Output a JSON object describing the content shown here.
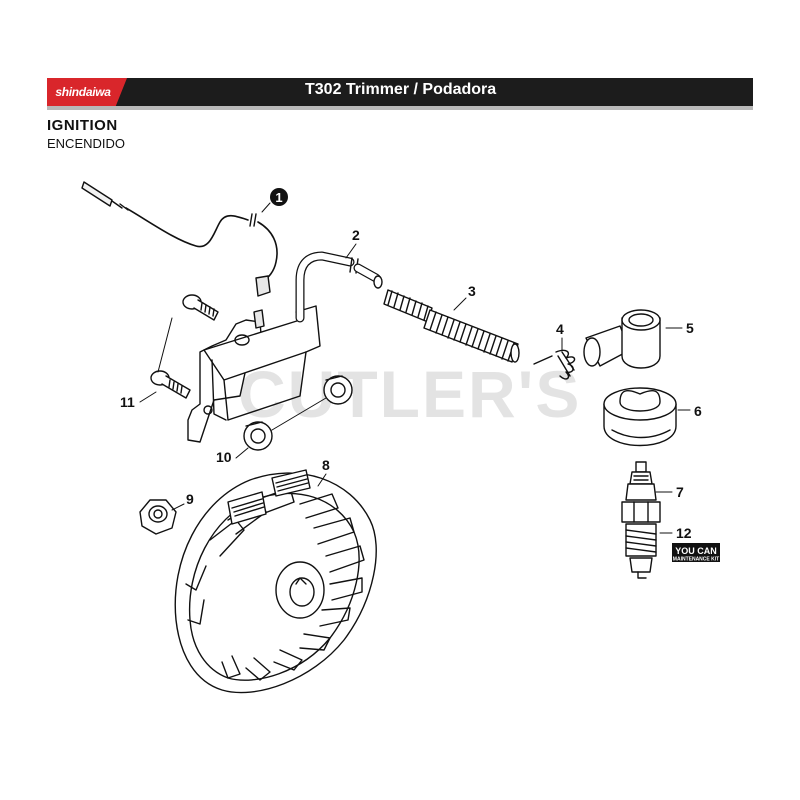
{
  "header": {
    "brand": "shindaiwa",
    "title": "T302 Trimmer / Podadora"
  },
  "section": {
    "title": "IGNITION",
    "subtitle": "ENCENDIDO"
  },
  "watermark": "CUTLER'S",
  "badge": {
    "line1": "YOU CAN",
    "line2": "MAINTENANCE KIT"
  },
  "callouts": {
    "c1": "1",
    "c2": "2",
    "c3": "3",
    "c4": "4",
    "c5": "5",
    "c6": "6",
    "c7": "7",
    "c8": "8",
    "c9": "9",
    "c10": "10",
    "c11": "11",
    "c12": "12"
  },
  "colors": {
    "brand_red": "#d9262b",
    "header_bg": "#1c1c1c",
    "line": "#111111"
  }
}
